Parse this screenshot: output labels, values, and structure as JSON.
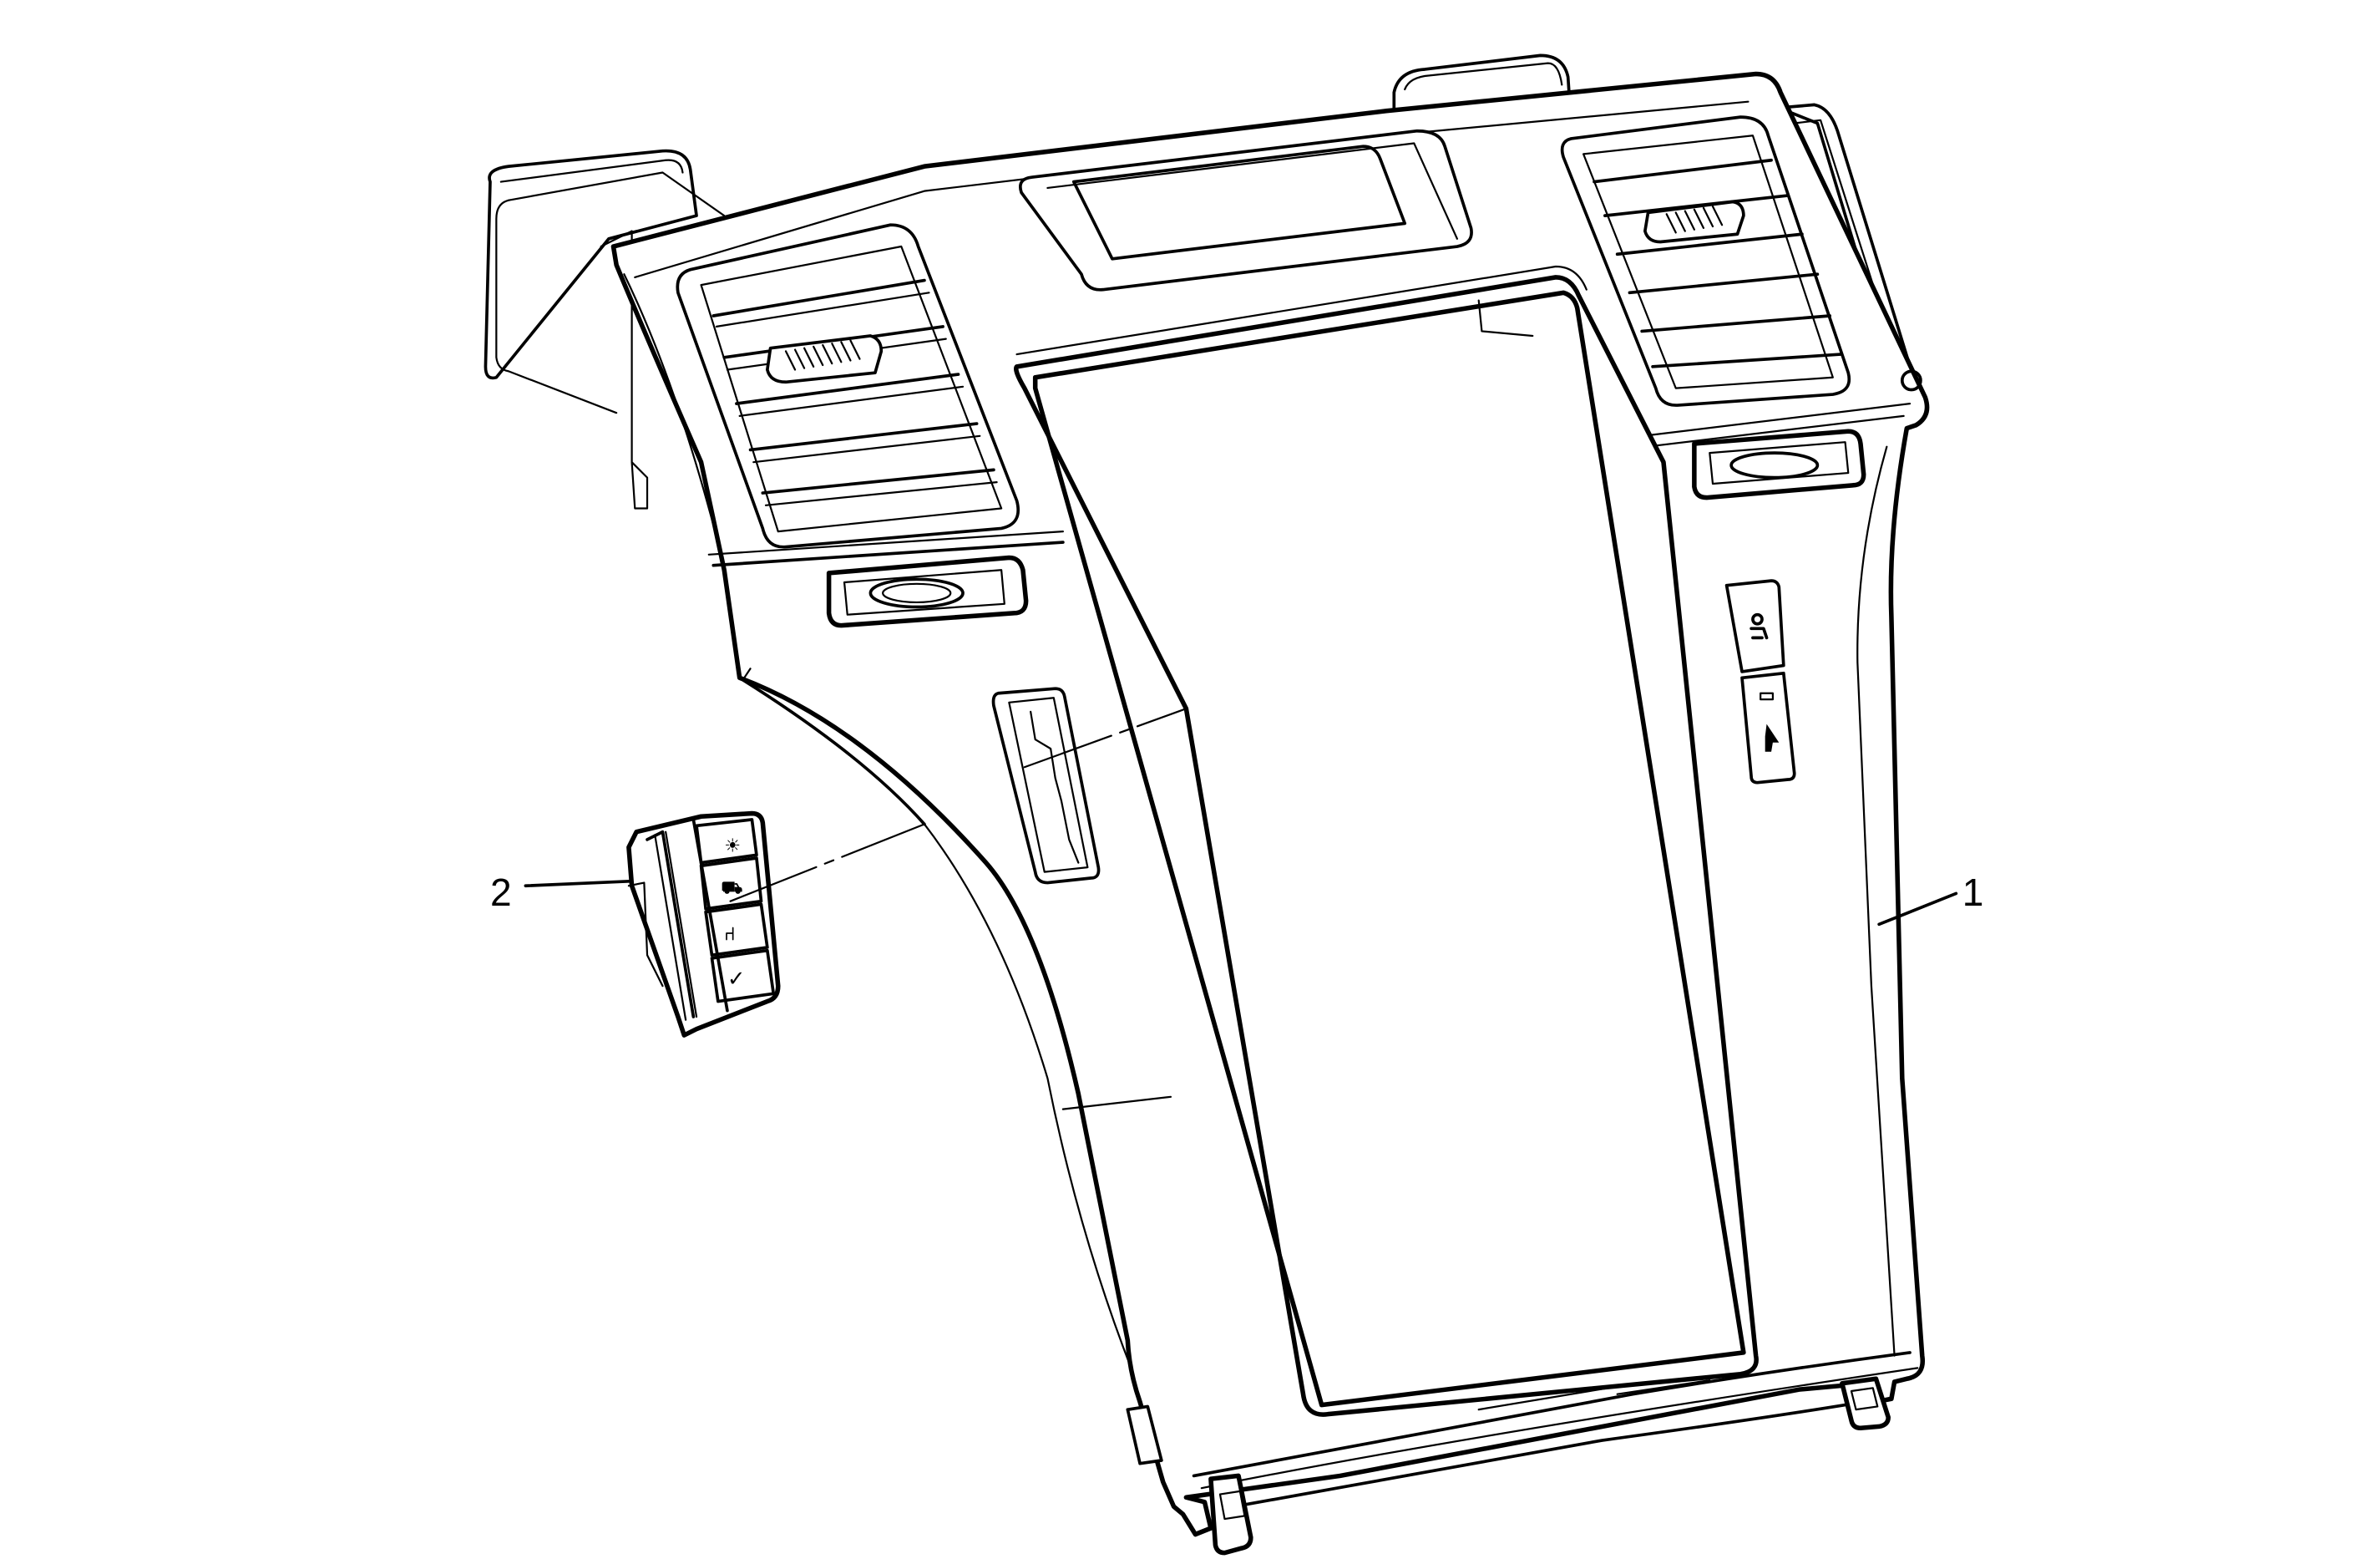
{
  "figure": {
    "type": "exploded-view technical illustration",
    "subject": "center instrument panel trim bezel with accessory switch",
    "background": "#ffffff",
    "line_color": "#000000"
  },
  "callouts": [
    {
      "label": "1",
      "part": "instrument-panel-center-trim-bezel"
    },
    {
      "label": "2",
      "part": "accessory-switch-assembly"
    }
  ],
  "switch_icons": {
    "part2_buttons": [
      "defrost-icon",
      "vehicle-icon",
      "seat-icon",
      "check-icon"
    ],
    "bezel_right_buttons": [
      "person-airbag-icon",
      "indicator-window",
      "seat-arrow-icon"
    ]
  }
}
